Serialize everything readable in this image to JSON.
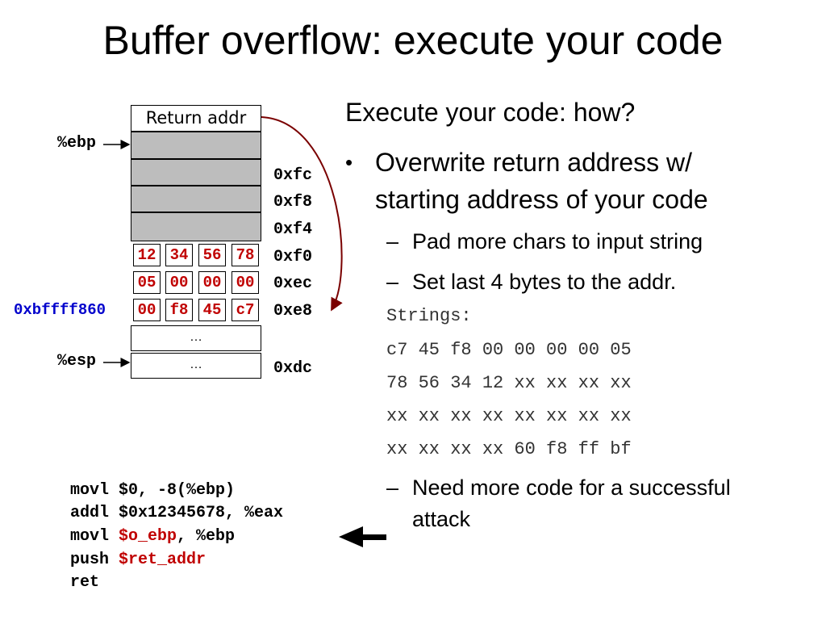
{
  "title": "Buffer overflow: execute your code",
  "stack": {
    "return_addr": "Return addr",
    "rows": [
      {
        "bytes": [
          "12",
          "34",
          "56",
          "78"
        ],
        "addr": "0xf0"
      },
      {
        "bytes": [
          "05",
          "00",
          "00",
          "00"
        ],
        "addr": "0xec"
      },
      {
        "bytes": [
          "00",
          "f8",
          "45",
          "c7"
        ],
        "addr": "0xe8"
      }
    ],
    "gray_addrs": [
      "0xfc",
      "0xf8",
      "0xf4"
    ],
    "ellipsis": "…",
    "bottom_addr": "0xdc",
    "ebp_label": "%ebp",
    "esp_label": "%esp",
    "buffer_addr": "0xbffff860"
  },
  "right": {
    "heading": "Execute your code: how?",
    "bullet_mark": "•",
    "bullet1": [
      "Overwrite return address w/",
      "starting address of your code"
    ],
    "dash": "–",
    "sub1": "Pad more chars to input string",
    "sub2": "Set last 4 bytes to the addr.",
    "strings_label": "Strings:",
    "strings": [
      "c7 45 f8 00 00 00 00 05",
      "78 56 34 12 xx xx xx xx",
      "xx xx xx xx xx xx xx xx",
      "xx xx xx xx 60 f8 ff bf"
    ],
    "sub3": [
      "Need more code for a successful",
      "attack"
    ]
  },
  "code": {
    "line1": "movl $0, -8(%ebp)",
    "line2": "addl $0x12345678, %eax",
    "line3_op": "movl ",
    "line3_red": "$o_ebp",
    "line3_rest": ", %ebp",
    "line4_op": "push ",
    "line4_red": "$ret_addr",
    "line5": "ret"
  },
  "colors": {
    "red": "#c00000",
    "blue": "#0000cc",
    "arrow": "#7a0000",
    "gray": "#bdbdbd"
  }
}
